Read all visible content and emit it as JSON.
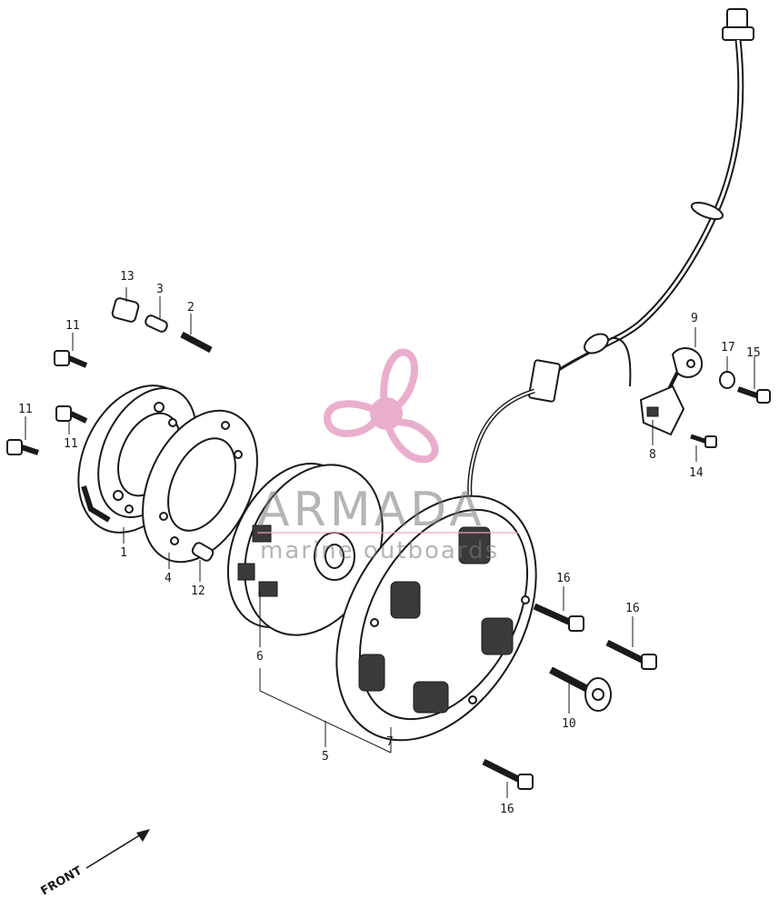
{
  "watermark": {
    "brand": "ARMADA",
    "tagline": "marine outboards",
    "accent_color": "#e8a6c8"
  },
  "direction_label": "FRONT",
  "parts": {
    "p1": "1",
    "p2": "2",
    "p3": "3",
    "p4": "4",
    "p5": "5",
    "p6": "6",
    "p7": "7",
    "p8": "8",
    "p9": "9",
    "p10": "10",
    "p11a": "11",
    "p11b": "11",
    "p11c": "11",
    "p12": "12",
    "p13": "13",
    "p14": "14",
    "p15": "15",
    "p16a": "16",
    "p16b": "16",
    "p16c": "16",
    "p17": "17"
  }
}
